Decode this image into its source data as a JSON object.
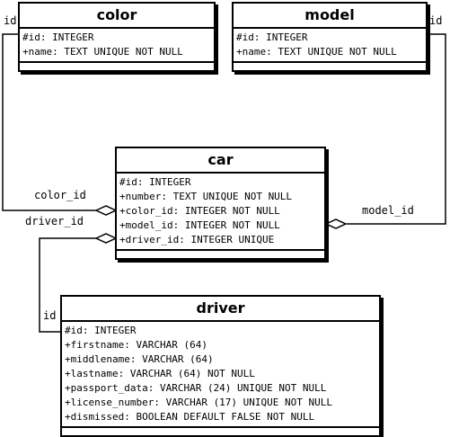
{
  "entities": {
    "color": {
      "title": "color",
      "attributes": [
        "#id: INTEGER",
        "+name: TEXT UNIQUE NOT NULL"
      ]
    },
    "model": {
      "title": "model",
      "attributes": [
        "#id: INTEGER",
        "+name: TEXT UNIQUE NOT NULL"
      ]
    },
    "car": {
      "title": "car",
      "attributes": [
        "#id: INTEGER",
        "+number: TEXT UNIQUE NOT NULL",
        "+color_id: INTEGER NOT NULL",
        "+model_id: INTEGER NOT NULL",
        "+driver_id: INTEGER UNIQUE"
      ]
    },
    "driver": {
      "title": "driver",
      "attributes": [
        "#id: INTEGER",
        "+firstname: VARCHAR (64)",
        "+middlename: VARCHAR (64)",
        "+lastname: VARCHAR (64) NOT NULL",
        "+passport_data: VARCHAR (24) UNIQUE NOT NULL",
        "+license_number: VARCHAR (17) UNIQUE NOT NULL",
        "+dismissed: BOOLEAN DEFAULT FALSE NOT NULL"
      ]
    }
  },
  "relations": {
    "color_car": {
      "source_label": "id",
      "target_label": "color_id"
    },
    "model_car": {
      "source_label": "id",
      "target_label": "model_id"
    },
    "driver_car": {
      "source_label": "id",
      "target_label": "driver_id"
    }
  }
}
